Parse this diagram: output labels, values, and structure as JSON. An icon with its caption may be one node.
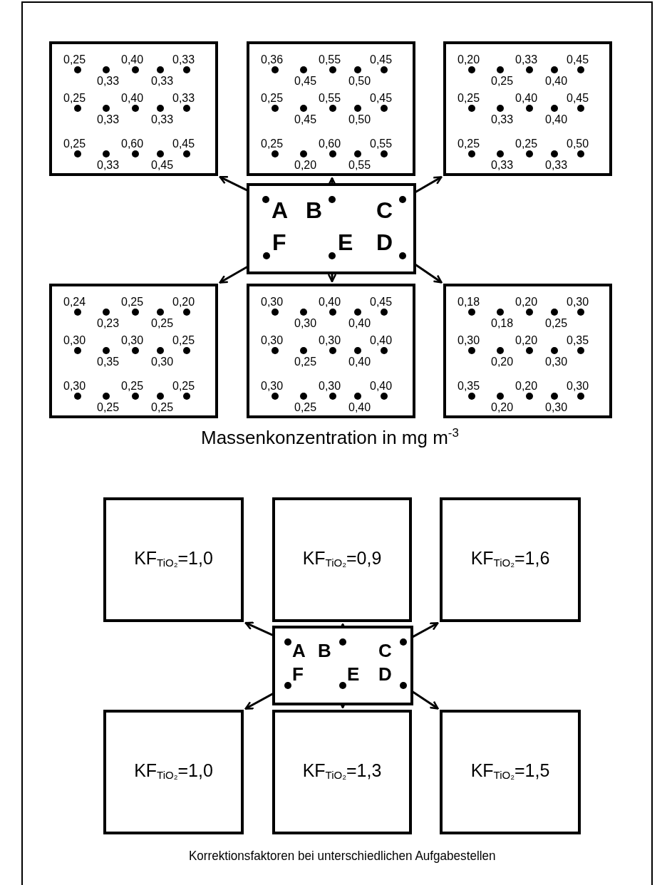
{
  "diagram": {
    "nodes": [
      {
        "text": [],
        "shape": "box"
      },
      {
        "text": [
          "A"
        ],
        "in": 0
      },
      {
        "text": [
          "B"
        ],
        "in": 0
      },
      {
        "text": [
          "C"
        ],
        "in": 0
      },
      {
        "text": [
          "F"
        ],
        "in": 0
      },
      {
        "text": [
          "E"
        ],
        "in": 0
      },
      {
        "text": [
          "D"
        ],
        "in": 0
      },
      {
        "text": [
          "0,25",
          "0,40",
          "0,33",
          "0,33",
          "0,33",
          "0,25",
          "0,40",
          "0,33",
          "0,33",
          "0,33",
          "0,25",
          "0,60",
          "0,45",
          "0,33",
          "0,45"
        ]
      },
      {
        "text": [
          "0,36",
          "0,55",
          "0,45",
          "0,45",
          "0,50",
          "0,25",
          "0,55",
          "0,45",
          "0,45",
          "0,50",
          "0,25",
          "0,60",
          "0,55",
          "0,20",
          "0,55"
        ]
      },
      {
        "text": [
          "0,20",
          "0,33",
          "0,45",
          "0,25",
          "0,40",
          "0,25",
          "0,40",
          "0,45",
          "0,33",
          "0,40",
          "0,25",
          "0,25",
          "0,50",
          "0,33",
          "0,33"
        ]
      },
      {
        "text": [
          "0,24",
          "0,25",
          "0,20",
          "0,23",
          "0,25",
          "0,30",
          "0,30",
          "0,25",
          "0,35",
          "0,30",
          "0,30",
          "0,25",
          "0,25",
          "0,25",
          "0,25"
        ]
      },
      {
        "text": [
          "0,30",
          "0,40",
          "0,45",
          "0,30",
          "0,40",
          "0,30",
          "0,30",
          "0,40",
          "0,25",
          "0,40",
          "0,30",
          "0,30",
          "0,40",
          "0,25",
          "0,40"
        ]
      },
      {
        "text": [
          "0,18",
          "0,20",
          "0,30",
          "0,18",
          "0,25",
          "0,30",
          "0,20",
          "0,35",
          "0,20",
          "0,30",
          "0,35",
          "0,20",
          "0,30",
          "0,20",
          "0,30"
        ]
      },
      {
        "text": [],
        "shape": "box"
      },
      {
        "text": [
          "A"
        ],
        "in": 13
      },
      {
        "text": [
          "B"
        ],
        "in": 13
      },
      {
        "text": [
          "C"
        ],
        "in": 13
      },
      {
        "text": [
          "F"
        ],
        "in": 13
      },
      {
        "text": [
          "E"
        ],
        "in": 13
      },
      {
        "text": [
          "D"
        ],
        "in": 13
      },
      {
        "text": [
          "KF$_{TiO₂}$=1,0"
        ]
      },
      {
        "text": [
          "KF$_{TiO₂}$=0,9"
        ]
      },
      {
        "text": [
          "KF$_{TiO₂}$=1,6"
        ]
      },
      {
        "text": [
          "KF$_{TiO₂}$=1,0"
        ]
      },
      {
        "text": [
          "KF$_{TiO₂}$=1,3"
        ]
      },
      {
        "text": [
          "KF$_{TiO₂}$=1,5"
        ]
      }
    ],
    "edges": [
      {
        "from": 1,
        "to": 7,
        "arrow": "to"
      },
      {
        "from": 2,
        "to": 8,
        "arrow": "to"
      },
      {
        "from": 3,
        "to": 9,
        "arrow": "to"
      },
      {
        "from": 4,
        "to": 10,
        "arrow": "to"
      },
      {
        "from": 5,
        "to": 11,
        "arrow": "to"
      },
      {
        "from": 6,
        "to": 12,
        "arrow": "to"
      },
      {
        "from": 14,
        "to": 20,
        "arrow": "to"
      },
      {
        "from": 15,
        "to": 21,
        "arrow": "to"
      },
      {
        "from": 16,
        "to": 22,
        "arrow": "to"
      },
      {
        "from": 17,
        "to": 23,
        "arrow": "to"
      },
      {
        "from": 18,
        "to": 24,
        "arrow": "to"
      },
      {
        "from": 19,
        "to": 25,
        "arrow": "to"
      }
    ],
    "labels": [
      "Massenkonzentration in mg m$^{-3}$",
      "Korrektionsfaktoren bei unterschiedlichen Aufgabestellen"
    ]
  }
}
